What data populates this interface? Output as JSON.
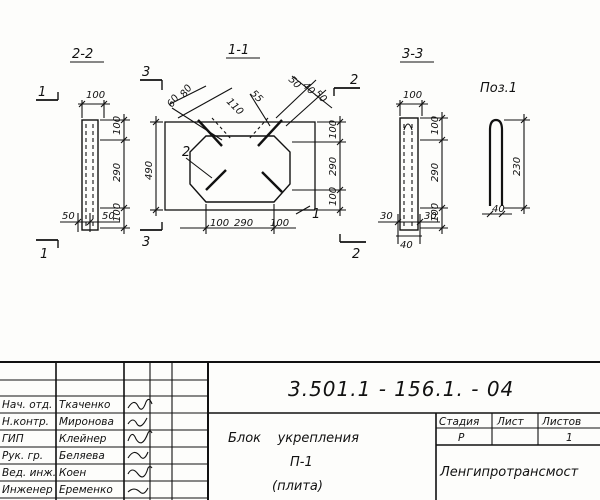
{
  "views": {
    "section_2_2": {
      "title": "2-2",
      "dims_vertical": [
        "100",
        "290",
        "100"
      ],
      "dim_top": "100",
      "dim_bottom_left": "50",
      "dim_bottom_right": "50"
    },
    "section_1_1": {
      "title": "1-1",
      "overall_height": "490",
      "dims_right": [
        "100",
        "290",
        "100"
      ],
      "dims_bottom": [
        "100",
        "290",
        "100"
      ],
      "dims_top_left": [
        "60",
        "80",
        "110"
      ],
      "dims_top_right": [
        "50",
        "40",
        "50"
      ],
      "dim_top_mid": "55",
      "callout_left": "2",
      "callout_bottom": "1"
    },
    "section_3_3": {
      "title": "3-3",
      "dims_vertical": [
        "100",
        "290",
        "100"
      ],
      "dim_top": "100",
      "dim_bottom_left": "30",
      "dim_bottom_right": "30",
      "dim_under": "40"
    },
    "pos_1": {
      "title": "Поз.1",
      "dim_height": "230",
      "dim_width": "40"
    },
    "cut_marks": {
      "left_top": "1",
      "left_bottom": "1",
      "mid_top": "3",
      "mid_bottom": "3",
      "right_top": "2",
      "right_bottom": "2"
    }
  },
  "title_block": {
    "document_code": "3.501.1 - 156.1. - 04",
    "product_line1": "Блок    укрепления",
    "product_line2": "П-1",
    "product_line3": "(плита)",
    "organization": "Ленгипротрансмост",
    "stage_header": "Стадия",
    "sheet_header": "Лист",
    "sheets_header": "Листов",
    "stage_value": "Р",
    "sheets_value": "1",
    "signatures": [
      {
        "role": "Нач. отд.",
        "name": "Ткаченко"
      },
      {
        "role": "Н.контр.",
        "name": "Миронова"
      },
      {
        "role": "ГИП",
        "name": "Клейнер"
      },
      {
        "role": "Рук. гр.",
        "name": "Беляева"
      },
      {
        "role": "Вед. инж.",
        "name": "Коен"
      },
      {
        "role": "Инженер",
        "name": "Еременко"
      }
    ]
  }
}
